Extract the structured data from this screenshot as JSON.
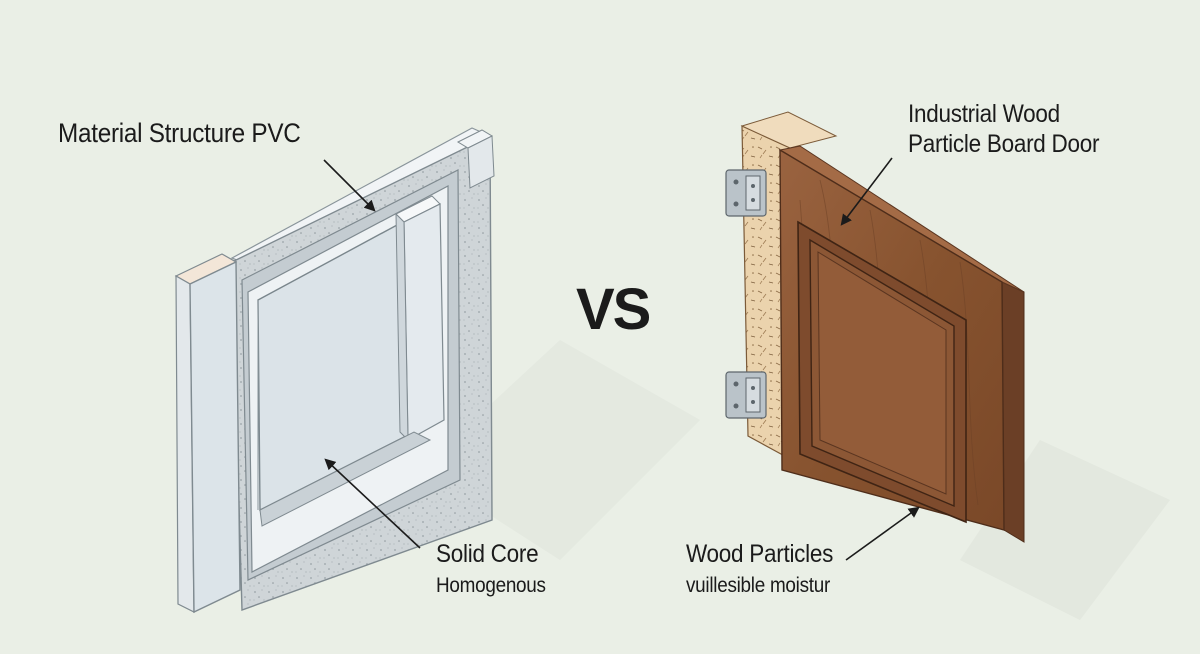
{
  "labels": {
    "pvc_title": "Material Structure  PVC",
    "wood_title_line1": "Industrial Wood",
    "wood_title_line2": "Particle Board Door",
    "vs": "VS",
    "pvc_core_line1": "Solid Core",
    "pvc_core_line2": "Homogenous",
    "wood_particles_line1": "Wood Particles",
    "wood_particles_line2": "vuillesible moistur"
  },
  "colors": {
    "background": "#eaefe6",
    "pvc_face": "#d9e1e6",
    "pvc_panel": "#dde5ea",
    "pvc_edge": "#f3e6d8",
    "wood_face": "#8a5535",
    "wood_dark": "#6b3f26",
    "particle_board": "#e9cfa8",
    "hinge": "#b9c2c8"
  },
  "icons": [
    "hinge-icon",
    "hinge-icon"
  ]
}
